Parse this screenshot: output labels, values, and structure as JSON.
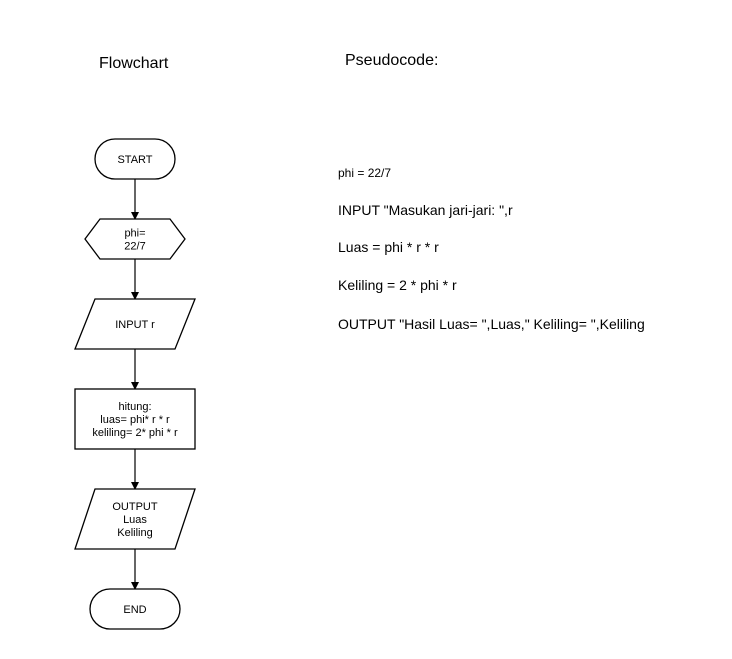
{
  "titles": {
    "flowchart": "Flowchart",
    "pseudocode": "Pseudocode:"
  },
  "flowchart": {
    "nodes": [
      {
        "id": "start",
        "shape": "terminator",
        "lines": [
          "START"
        ]
      },
      {
        "id": "init",
        "shape": "hexagon",
        "lines": [
          "phi=",
          "22/7"
        ]
      },
      {
        "id": "input",
        "shape": "parallelogram",
        "lines": [
          "INPUT r"
        ]
      },
      {
        "id": "process",
        "shape": "rectangle",
        "lines": [
          "hitung:",
          "luas= phi* r * r",
          "keliling= 2* phi * r"
        ]
      },
      {
        "id": "output",
        "shape": "parallelogram",
        "lines": [
          "OUTPUT",
          "Luas",
          "Keliling"
        ]
      },
      {
        "id": "end",
        "shape": "terminator",
        "lines": [
          "END"
        ]
      }
    ],
    "edges": [
      [
        "start",
        "init"
      ],
      [
        "init",
        "input"
      ],
      [
        "input",
        "process"
      ],
      [
        "process",
        "output"
      ],
      [
        "output",
        "end"
      ]
    ]
  },
  "pseudocode": {
    "lines": [
      "phi = 22/7",
      "INPUT \"Masukan jari-jari: \",r",
      "Luas = phi * r * r",
      "Keliling = 2 * phi * r",
      "OUTPUT \"Hasil Luas= \",Luas,\" Keliling= \",Keliling"
    ]
  }
}
